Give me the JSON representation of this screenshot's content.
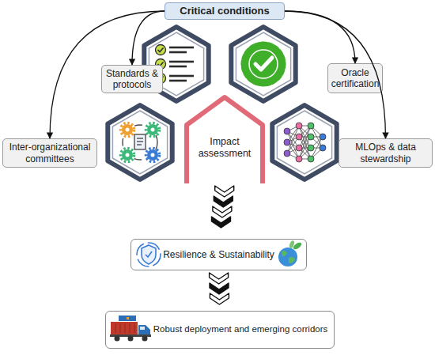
{
  "diagram": {
    "nodes": [
      {
        "text": [
          "Critical conditions"
        ]
      },
      {
        "text": [
          "Standards & protocols"
        ]
      },
      {
        "text": [
          "Oracle certification"
        ]
      },
      {
        "text": [
          "Inter-organizational committees"
        ]
      },
      {
        "text": [
          "Impact assessment"
        ]
      },
      {
        "text": [
          "MLOps & data stewardship"
        ]
      },
      {
        "text": [
          "Resilience & Sustainability"
        ]
      },
      {
        "text": [
          "Robust deployment and emerging corridors"
        ]
      }
    ],
    "edges": [
      {
        "from": 0,
        "to": 1,
        "arrow": "to"
      },
      {
        "from": 0,
        "to": 2,
        "arrow": "to"
      },
      {
        "from": 0,
        "to": 3,
        "arrow": "to"
      },
      {
        "from": 0,
        "to": 5,
        "arrow": "to"
      },
      {
        "from": 4,
        "to": 6,
        "arrow": "to"
      },
      {
        "from": 6,
        "to": 7,
        "arrow": "to"
      }
    ]
  }
}
